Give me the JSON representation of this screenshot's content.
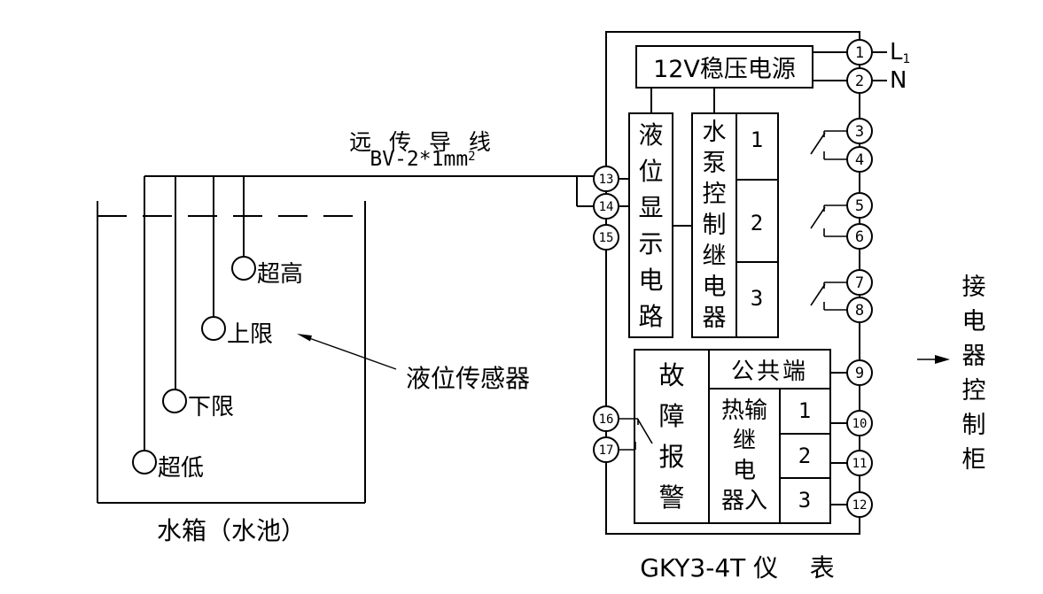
{
  "diagram": {
    "instrument_label": "GKY3-4T 仪    表",
    "power_box_label": "12V稳压电源",
    "power_terminal_labels": {
      "l1_main": "L",
      "l1_sub": "1",
      "n": "N"
    },
    "remote_wire": {
      "title": "远 传 导 线",
      "spec_main": "BV-2*1mm",
      "spec_sup": "2"
    },
    "sensor_pointer_label": "液位传感器",
    "tank_label": "水箱（水池）",
    "sensors": {
      "chao_gao": "超高",
      "shang_xian": "上限",
      "xia_xian": "下限",
      "chao_di": "超低"
    },
    "blocks": {
      "level_display": "液\n位\n显\n示\n电\n路",
      "pump_relay": "水\n泵\n控\n制\n继\n电\n器",
      "pump_relay_channels": [
        "1",
        "2",
        "3"
      ],
      "fault_alarm": "故\n障\n报\n警",
      "common_terminal": "公共端",
      "thermal_relay_in": "热输\n继\n电\n器入",
      "thermal_relay_channels": [
        "1",
        "2",
        "3"
      ]
    },
    "destination_label": "接\n电\n器\n控\n制\n柜",
    "terminals": {
      "right": [
        "1",
        "2",
        "3",
        "4",
        "5",
        "6",
        "7",
        "8",
        "9",
        "10",
        "11",
        "12"
      ],
      "left": [
        "13",
        "14",
        "15",
        "16",
        "17"
      ]
    },
    "colors": {
      "line": "#000000",
      "background": "#ffffff"
    }
  }
}
